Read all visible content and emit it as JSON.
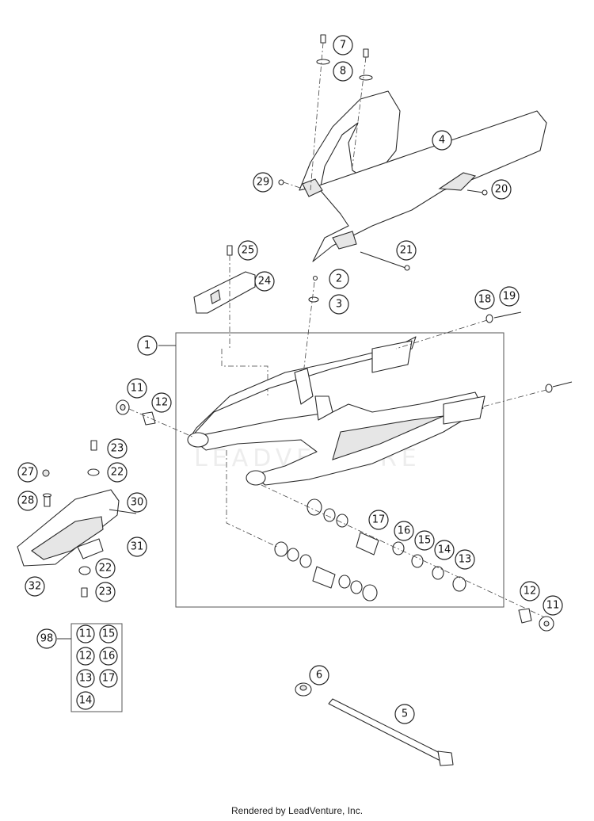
{
  "watermark": "LEADVENTURE",
  "footer": "Rendered by LeadVenture, Inc.",
  "callouts": {
    "c1": "1",
    "c2": "2",
    "c3": "3",
    "c4": "4",
    "c5": "5",
    "c6": "6",
    "c7": "7",
    "c8": "8",
    "c11a": "11",
    "c11b": "11",
    "c12a": "12",
    "c12b": "12",
    "c13": "13",
    "c14": "14",
    "c15": "15",
    "c16": "16",
    "c17": "17",
    "c18": "18",
    "c19": "19",
    "c20": "20",
    "c21": "21",
    "c22a": "22",
    "c22b": "22",
    "c23a": "23",
    "c23b": "23",
    "c24": "24",
    "c25": "25",
    "c27": "27",
    "c28": "28",
    "c29": "29",
    "c30": "30",
    "c31": "31",
    "c32": "32",
    "c98": "98"
  },
  "kit98": [
    "11",
    "15",
    "12",
    "16",
    "13",
    "17",
    "14"
  ]
}
